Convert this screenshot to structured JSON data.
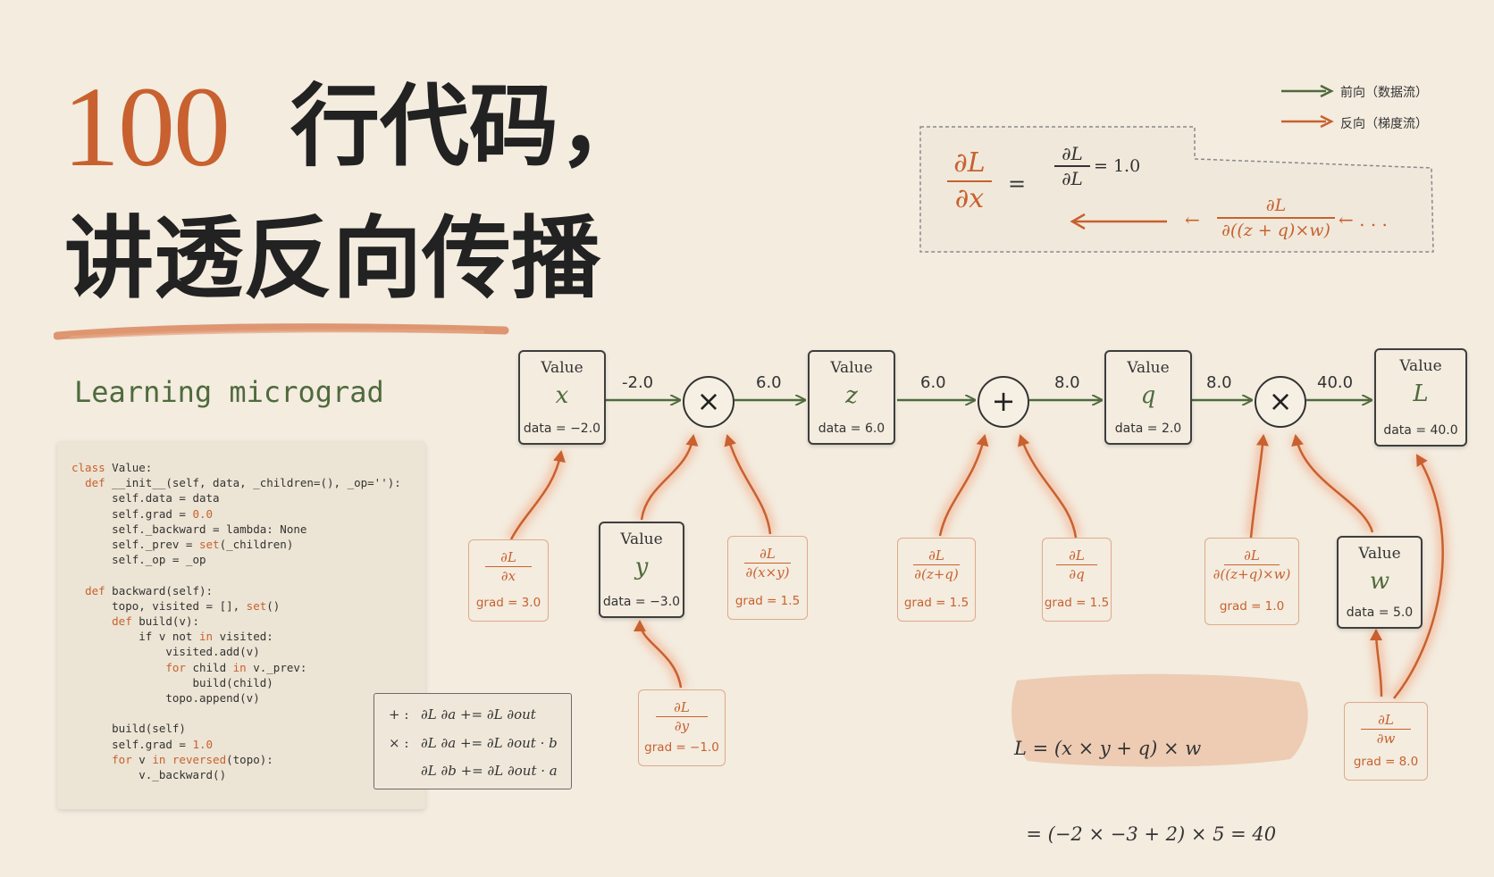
{
  "title": {
    "number": "100",
    "line1": "行代码，",
    "line2": "讲透反向传播"
  },
  "subtitle": "Learning micrograd",
  "legend": {
    "forward": "前向（数据流）",
    "backward": "反向（梯度流）"
  },
  "colors": {
    "forward": "#4f6a3c",
    "backward": "#c8612f",
    "ink": "#2b2b2b",
    "paper": "#f3ecdf"
  },
  "chain_rule": {
    "lhs_num": "∂L",
    "lhs_den": "∂x",
    "eq": "=",
    "t1_num": "∂L",
    "t1_den": "∂L",
    "t1_val": "= 1.0",
    "t2_num": "∂L",
    "t2_den": "∂((z + q)×w)",
    "arrow_small": "←",
    "arrow_tail": "← . . ."
  },
  "code": [
    "class Value:",
    "  def __init__(self, data, _children=(), _op=''):",
    "      self.data = data",
    "      self.grad = 0.0",
    "      self._backward = lambda: None",
    "      self._prev = set(_children)",
    "      self._op = _op",
    "",
    "  def backward(self):",
    "      topo, visited = [], set()",
    "      def build(v):",
    "          if v not in visited:",
    "              visited.add(v)",
    "              for child in v._prev:",
    "                  build(child)",
    "              topo.append(v)",
    "",
    "      build(self)",
    "      self.grad = 1.0",
    "      for v in reversed(topo):",
    "          v._backward()"
  ],
  "rules": [
    {
      "op": "+ :",
      "text": "∂L ∂a += ∂L ∂out"
    },
    {
      "op": "× :",
      "text": "∂L ∂a += ∂L ∂out · b"
    },
    {
      "op": "",
      "text": "∂L ∂b += ∂L ∂out · a"
    }
  ],
  "equation": {
    "line1": "L = (x × y + q) × w",
    "line2": "  = (−2 × −3 + 2) × 5 = 40"
  },
  "nodes": {
    "x": {
      "label": "Value",
      "var": "x",
      "data": "data = −2.0"
    },
    "z": {
      "label": "Value",
      "var": "z",
      "data": "data = 6.0"
    },
    "q": {
      "label": "Value",
      "var": "q",
      "data": "data = 2.0"
    },
    "L": {
      "label": "Value",
      "var": "L",
      "data": "data = 40.0"
    },
    "y": {
      "label": "Value",
      "var": "y",
      "data": "data = −3.0"
    },
    "w": {
      "label": "Value",
      "var": "w",
      "data": "data = 5.0"
    }
  },
  "ops": {
    "mul1": "×",
    "add": "+",
    "mul2": "×"
  },
  "edges": {
    "e1": "-2.0",
    "e2": "6.0",
    "e3": "6.0",
    "e4": "8.0",
    "e5": "8.0",
    "e6": "40.0"
  },
  "grads": {
    "x": {
      "num": "∂L",
      "den": "∂x",
      "grad": "grad = 3.0"
    },
    "xy": {
      "num": "∂L",
      "den": "∂(x×y)",
      "grad": "grad = 1.5"
    },
    "y": {
      "num": "∂L",
      "den": "∂y",
      "grad": "grad = −1.0"
    },
    "zq": {
      "num": "∂L",
      "den": "∂(z+q)",
      "grad": "grad = 1.5"
    },
    "q": {
      "num": "∂L",
      "den": "∂q",
      "grad": "grad = 1.5"
    },
    "zqw": {
      "num": "∂L",
      "den": "∂((z+q)×w)",
      "grad": "grad = 1.0"
    },
    "w": {
      "num": "∂L",
      "den": "∂w",
      "grad": "grad = 8.0"
    }
  }
}
